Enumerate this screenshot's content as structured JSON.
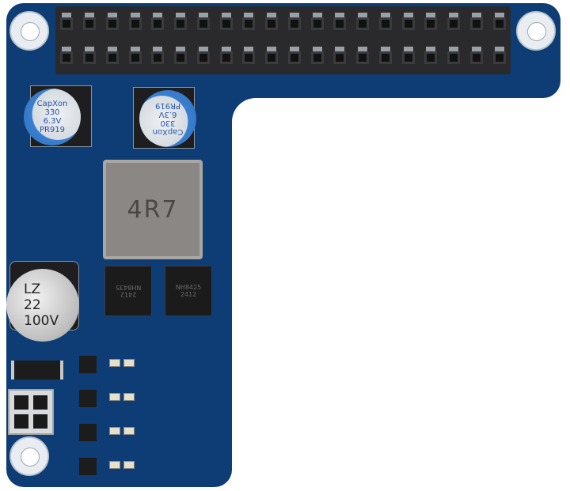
{
  "capacitor_1": {
    "brand": "CapXon",
    "value": "330",
    "voltage": "6.3V",
    "code": "PR919"
  },
  "capacitor_2": {
    "brand": "CapXon",
    "value": "330",
    "voltage": "6.3V",
    "code": "PR919"
  },
  "inductor": {
    "marking": "4R7"
  },
  "electrolytic_cap": {
    "line1": "LZ",
    "line2": "22",
    "line3": "100V"
  },
  "mosfet_1": {
    "line1": "NH8435",
    "line2": "2412"
  },
  "mosfet_2": {
    "line1": "NH8425",
    "line2": "2412"
  },
  "colors": {
    "pcb": "#0d3d74",
    "header": "#2a2a2c",
    "inductor": "#8b8784"
  }
}
